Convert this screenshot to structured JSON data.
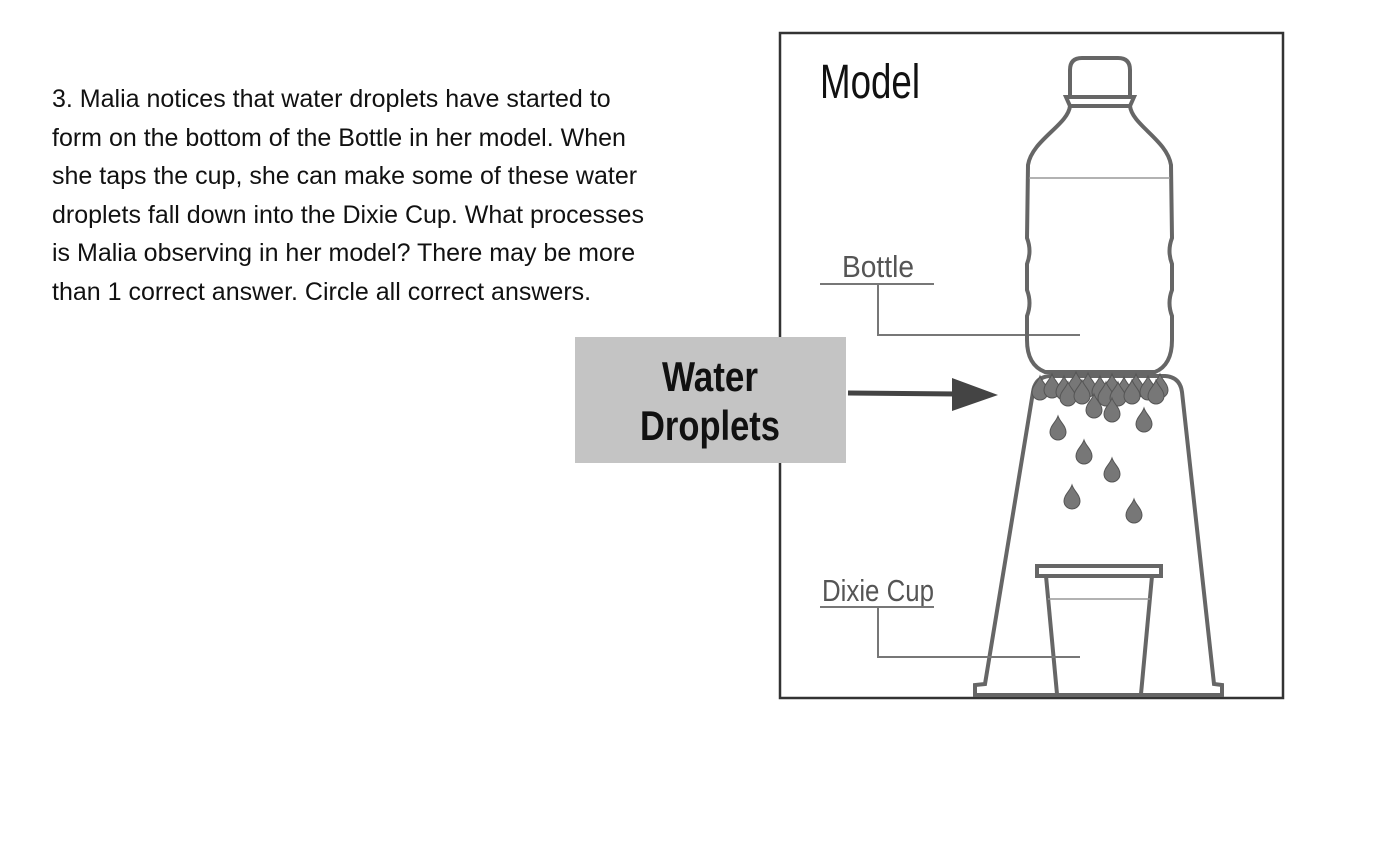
{
  "question": {
    "lines": [
      "3. Malia notices that water droplets have started to",
      "form on the bottom of the Bottle in her model. When",
      "she taps the cup, she can make some of these water",
      "droplets fall down into the Dixie Cup. What processes",
      "is Malia observing in her model? There may be more",
      "than 1 correct answer. Circle all correct answers."
    ]
  },
  "model": {
    "title": "Model",
    "labels": {
      "bottle": "Bottle",
      "dixie_cup": "Dixie Cup"
    }
  },
  "callout": {
    "line1": "Water",
    "line2": "Droplets"
  },
  "colors": {
    "text": "#111111",
    "stroke": "#666666",
    "frame": "#333333",
    "callout_bg": "#c4c4c4",
    "arrow": "#444444",
    "droplet": "#777777"
  },
  "icons": {
    "arrow": "arrow-right-icon",
    "droplet": "water-droplet-icon"
  }
}
